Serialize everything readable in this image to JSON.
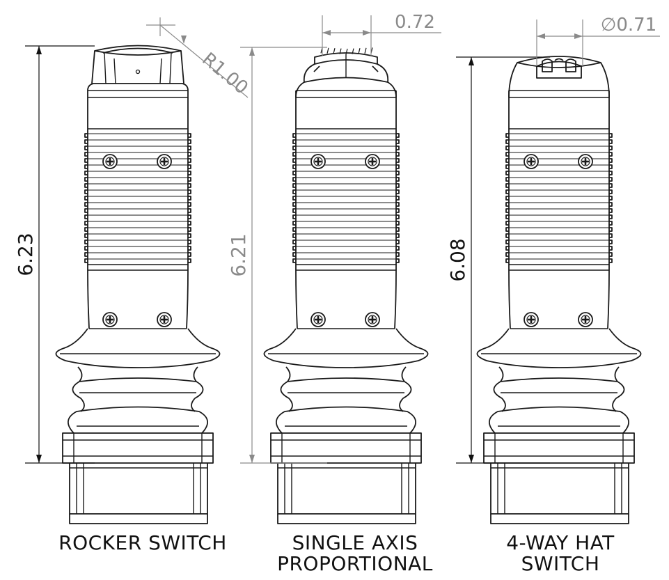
{
  "drawing": {
    "views": [
      {
        "id": "rocker",
        "caption": "ROCKER SWITCH",
        "height_dim": "6.23",
        "top_dim": "R1.00"
      },
      {
        "id": "single-axis",
        "caption": "SINGLE AXIS\nPROPORTIONAL",
        "height_dim": "6.21",
        "top_dim": "0.72"
      },
      {
        "id": "hat",
        "caption": "4-WAY HAT\nSWITCH",
        "height_dim": "6.08",
        "top_dim": "∅0.71"
      }
    ],
    "colors": {
      "line": "#1a1a1a",
      "dimension_black": "#111111",
      "dimension_gray": "#8a8a8a"
    }
  }
}
